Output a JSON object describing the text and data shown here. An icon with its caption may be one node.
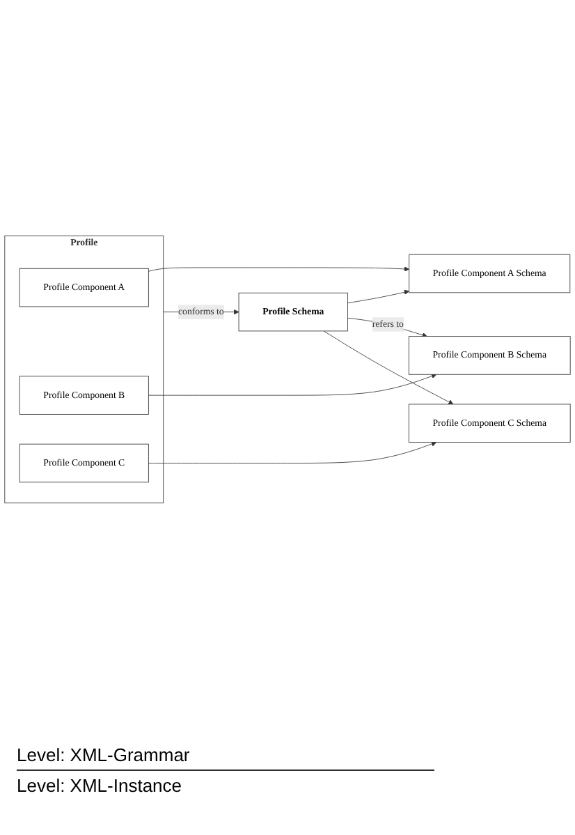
{
  "diagram": {
    "nodes": [
      {
        "text": [
          "Profile Schema"
        ]
      },
      {
        "text": [
          "Profile Component A Schema"
        ]
      },
      {
        "text": [
          "Profile Component B Schema"
        ]
      },
      {
        "text": [
          "Profile Component C Schema"
        ]
      },
      {
        "text": [
          "Profile"
        ]
      },
      {
        "text": [
          "Profile Component A"
        ],
        "in": 4
      },
      {
        "text": [
          "Profile Component B"
        ],
        "in": 4
      },
      {
        "text": [
          "Profile Component C"
        ],
        "in": 4
      }
    ],
    "edges": [
      {
        "from": 0,
        "to": 1,
        "arrow": "to"
      },
      {
        "from": 0,
        "to": 2,
        "arrow": "to",
        "label": "refers to"
      },
      {
        "from": 0,
        "to": 3,
        "arrow": "to"
      },
      {
        "from": 5,
        "to": 1,
        "arrow": "to"
      },
      {
        "from": 6,
        "to": 2,
        "arrow": "to"
      },
      {
        "from": 7,
        "to": 3,
        "arrow": "to"
      },
      {
        "from": 4,
        "to": 0,
        "arrow": "to",
        "label": "conforms to"
      }
    ],
    "labels": [
      "Level: XML-Grammar",
      "Level: XML-Instance"
    ]
  }
}
